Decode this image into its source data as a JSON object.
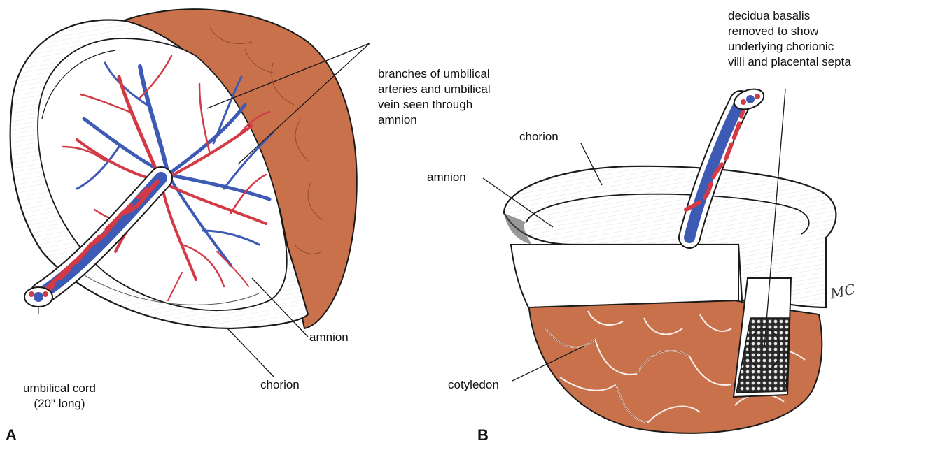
{
  "panels": [
    {
      "letter": "A",
      "labels": {
        "branches": [
          "branches of umbilical",
          "arteries and umbilical",
          "vein seen through",
          "amnion"
        ],
        "amnion": "amnion",
        "chorion": "chorion",
        "cord": [
          "umbilical cord",
          "(20\" long)"
        ]
      }
    },
    {
      "letter": "B",
      "labels": {
        "decidua": [
          "decidua basalis",
          "removed to show",
          "underlying chorionic",
          "villi and placental septa"
        ],
        "chorion": "chorion",
        "amnion": "amnion",
        "cotyledon": "cotyledon"
      }
    }
  ],
  "signature": "MC",
  "colors": {
    "maternal_surface": "#c9714a",
    "artery": "#d43a45",
    "vein": "#3d5bb5",
    "membrane_outline": "#1a1a1a"
  }
}
